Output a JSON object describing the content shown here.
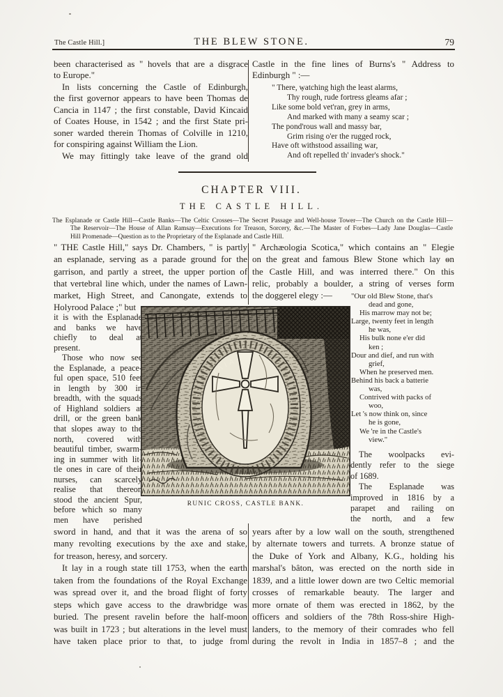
{
  "header": {
    "running_title_left": "The Castle Hill.]",
    "book_title": "THE BLEW STONE.",
    "page_number": "79"
  },
  "intro": {
    "left_lines": [
      {
        "t": "been characterised as \" hovels that are a disgrace",
        "c": "j"
      },
      {
        "t": "to Europe.\"",
        "c": "l"
      },
      {
        "t": "In lists concerning the Castle of Edinburgh,",
        "c": "j in"
      },
      {
        "t": "the first governor appears to have been Thomas de",
        "c": "j"
      },
      {
        "t": "Cancia in 1147 ; the first constable, David Kincaid",
        "c": "j"
      },
      {
        "t": "of Coates House, in 1542 ; and the first State pri-",
        "c": "j"
      },
      {
        "t": "soner warded therein Thomas of Colville in 1210,",
        "c": "j"
      },
      {
        "t": "for conspiring against William the Lion.",
        "c": "l"
      },
      {
        "t": "We may fittingly take leave of the grand old",
        "c": "j in"
      }
    ],
    "right_lines": [
      {
        "t": "Castle in the fine lines of Burns's \" Address to",
        "c": "j"
      },
      {
        "t": "Edinburgh \" :—",
        "c": "l"
      }
    ],
    "burns_poem_lines": [
      {
        "t": "\" There, watching high the least alarms,",
        "c": "p0"
      },
      {
        "t": "Thy rough, rude fortress gleams afar ;",
        "c": "p1"
      },
      {
        "t": "Like some bold vet'ran, grey in arms,",
        "c": "p0"
      },
      {
        "t": "And marked with many a seamy scar ;",
        "c": "p1"
      },
      {
        "t": "The pond'rous wall and massy bar,",
        "c": "p0"
      },
      {
        "t": "Grim rising o'er the rugged rock,",
        "c": "p1"
      },
      {
        "t": "Have oft withstood assailing war,",
        "c": "p0"
      },
      {
        "t": "And oft repelled th' invader's shock.\"",
        "c": "p1"
      }
    ]
  },
  "chapter": {
    "number": "CHAPTER  VIII.",
    "title": "THE  CASTLE  HILL.",
    "summary_lines": [
      {
        "t": "The Esplanade or Castle Hill—Castle Banks—The Celtic Crosses—The Secret Passage and Well-house Tower—The Church on the Castle Hill—",
        "c": "j"
      },
      {
        "t": "The Reservoir—The House of Allan Ramsay—Executions for Treason, Sorcery, &c.—The Master of Forbes—Lady Jane Douglas—Castle",
        "c": "j s1"
      },
      {
        "t": "Hill Promenade—Question as to the Proprietary of the Esplanade and Castle Hill.",
        "c": "l s1"
      }
    ]
  },
  "main": {
    "left_top_lines": [
      {
        "t": "\" THE Castle Hill,\" says Dr. Chambers, \" is partly",
        "c": "j"
      },
      {
        "t": "an esplanade, serving as a parade ground for the",
        "c": "j"
      },
      {
        "t": "garrison, and partly a street, the upper portion of",
        "c": "j"
      },
      {
        "t": "that vertebral line which, under the names of Lawn-",
        "c": "j"
      },
      {
        "t": "market, High Street, and Canongate, extends to",
        "c": "j"
      },
      {
        "t": "Holyrood Palace ;\" but",
        "c": "l"
      }
    ],
    "left_narrow_lines": [
      {
        "t": "it is with the Esplanade",
        "c": "j"
      },
      {
        "t": "and banks we have",
        "c": "j"
      },
      {
        "t": "chiefly to deal at",
        "c": "j"
      },
      {
        "t": "present.",
        "c": "l"
      },
      {
        "t": "Those who now see",
        "c": "j in"
      },
      {
        "t": "the Esplanade, a peace-",
        "c": "j"
      },
      {
        "t": "ful open space, 510 feet",
        "c": "j"
      },
      {
        "t": "in length by 300 in",
        "c": "j"
      },
      {
        "t": "breadth, with the squads",
        "c": "j"
      },
      {
        "t": "of Highland soldiers at",
        "c": "j"
      },
      {
        "t": "drill, or the green bank",
        "c": "j"
      },
      {
        "t": "that slopes away to the",
        "c": "j"
      },
      {
        "t": "north, covered with",
        "c": "j"
      },
      {
        "t": "beautiful timber, swarm-",
        "c": "j"
      },
      {
        "t": "ing in summer with lit-",
        "c": "j"
      },
      {
        "t": "tle ones in care of their",
        "c": "j"
      },
      {
        "t": "nurses, can scarcely",
        "c": "j"
      },
      {
        "t": "realise that thereon",
        "c": "j"
      },
      {
        "t": "stood the ancient Spur,",
        "c": "j"
      },
      {
        "t": "before which so many",
        "c": "j"
      },
      {
        "t": "men have perished",
        "c": "j"
      }
    ],
    "left_bottom_lines": [
      {
        "t": "sword in hand, and that it was the arena of so",
        "c": "j"
      },
      {
        "t": "many revolting executions by the axe and stake,",
        "c": "j"
      },
      {
        "t": "for treason, heresy, and sorcery.",
        "c": "l"
      },
      {
        "t": "It lay in a rough state till 1753, when the earth",
        "c": "j in"
      },
      {
        "t": "taken from the foundations of the Royal Exchange",
        "c": "j"
      },
      {
        "t": "was spread over it, and the broad flight of forty",
        "c": "j"
      },
      {
        "t": "steps which gave access to the drawbridge was",
        "c": "j"
      },
      {
        "t": "buried.  The present ravelin before the half-moon",
        "c": "j"
      },
      {
        "t": "was built in 1723 ; but alterations in the level must",
        "c": "j"
      },
      {
        "t": "have taken place prior to that, to judge from",
        "c": "j"
      }
    ],
    "right_top_lines": [
      {
        "t": "\" Archæologia Scotica,\" which contains an \" Elegie",
        "c": "j"
      },
      {
        "t": "on the great and famous Blew Stone which lay on",
        "c": "j"
      },
      {
        "t": "the Castle Hill, and was interred there.\"  On this",
        "c": "j"
      },
      {
        "t": "relic, probably a boulder, a string of verses form",
        "c": "j"
      },
      {
        "t": "the doggerel elegy :—",
        "c": "l"
      }
    ],
    "elegy_lines": [
      {
        "t": "\"Our old Blew Stone, that's",
        "c": "e0"
      },
      {
        "t": "dead and gone,",
        "c": "e2"
      },
      {
        "t": "His marrow may not be;",
        "c": "e1"
      },
      {
        "t": "Large, twenty feet in length",
        "c": "e0"
      },
      {
        "t": "he was,",
        "c": "e2"
      },
      {
        "t": "His bulk none e'er did",
        "c": "e1"
      },
      {
        "t": "ken ;",
        "c": "e2"
      },
      {
        "t": "Dour and dief, and run with",
        "c": "e0"
      },
      {
        "t": "grief,",
        "c": "e2"
      },
      {
        "t": "When he preserved men.",
        "c": "e1"
      },
      {
        "t": "Behind his back a batterie",
        "c": "e0"
      },
      {
        "t": "was,",
        "c": "e2"
      },
      {
        "t": "Contrived with packs of",
        "c": "e1"
      },
      {
        "t": "woo,",
        "c": "e2"
      },
      {
        "t": "Let 's now think on, since",
        "c": "e0"
      },
      {
        "t": "he is gone,",
        "c": "e2"
      },
      {
        "t": "We 're in the Castle's",
        "c": "e1"
      },
      {
        "t": "view.\"",
        "c": "e2"
      }
    ],
    "right_narrow_lines": [
      {
        "t": "The woolpacks evi-",
        "c": "j in"
      },
      {
        "t": "dently refer to the siege",
        "c": "j"
      },
      {
        "t": "of 1689.",
        "c": "l"
      },
      {
        "t": "The Esplanade was",
        "c": "j in"
      },
      {
        "t": "improved in 1816 by a",
        "c": "j"
      },
      {
        "t": "parapet and railing on",
        "c": "j"
      },
      {
        "t": "the north, and a few",
        "c": "j"
      }
    ],
    "right_bottom_lines": [
      {
        "t": "years after by a low wall on the south, strengthened",
        "c": "j"
      },
      {
        "t": "by alternate towers and turrets.  A bronze statue of",
        "c": "j"
      },
      {
        "t": "the Duke of York and Albany, K.G., holding his",
        "c": "j"
      },
      {
        "t": "marshal's bâton, was erected on the north side in",
        "c": "j"
      },
      {
        "t": "1839, and a little lower down are two Celtic memorial",
        "c": "j"
      },
      {
        "t": "crosses of remarkable beauty.  The larger and",
        "c": "j"
      },
      {
        "t": "more ornate of them was erected in 1862, by the",
        "c": "j"
      },
      {
        "t": "officers and soldiers of the 78th Ross-shire High-",
        "c": "j"
      },
      {
        "t": "landers, to the memory of their comrades who fell",
        "c": "j"
      },
      {
        "t": "during the revolt in India in 1857–8 ; and the",
        "c": "j"
      }
    ]
  },
  "illustration": {
    "caption": "RUNIC CROSS, CASTLE BANK.",
    "band_glyphs": "I Λ I A F N"
  },
  "colors": {
    "paper": "#f8f7f3",
    "ink": "#241f19"
  }
}
